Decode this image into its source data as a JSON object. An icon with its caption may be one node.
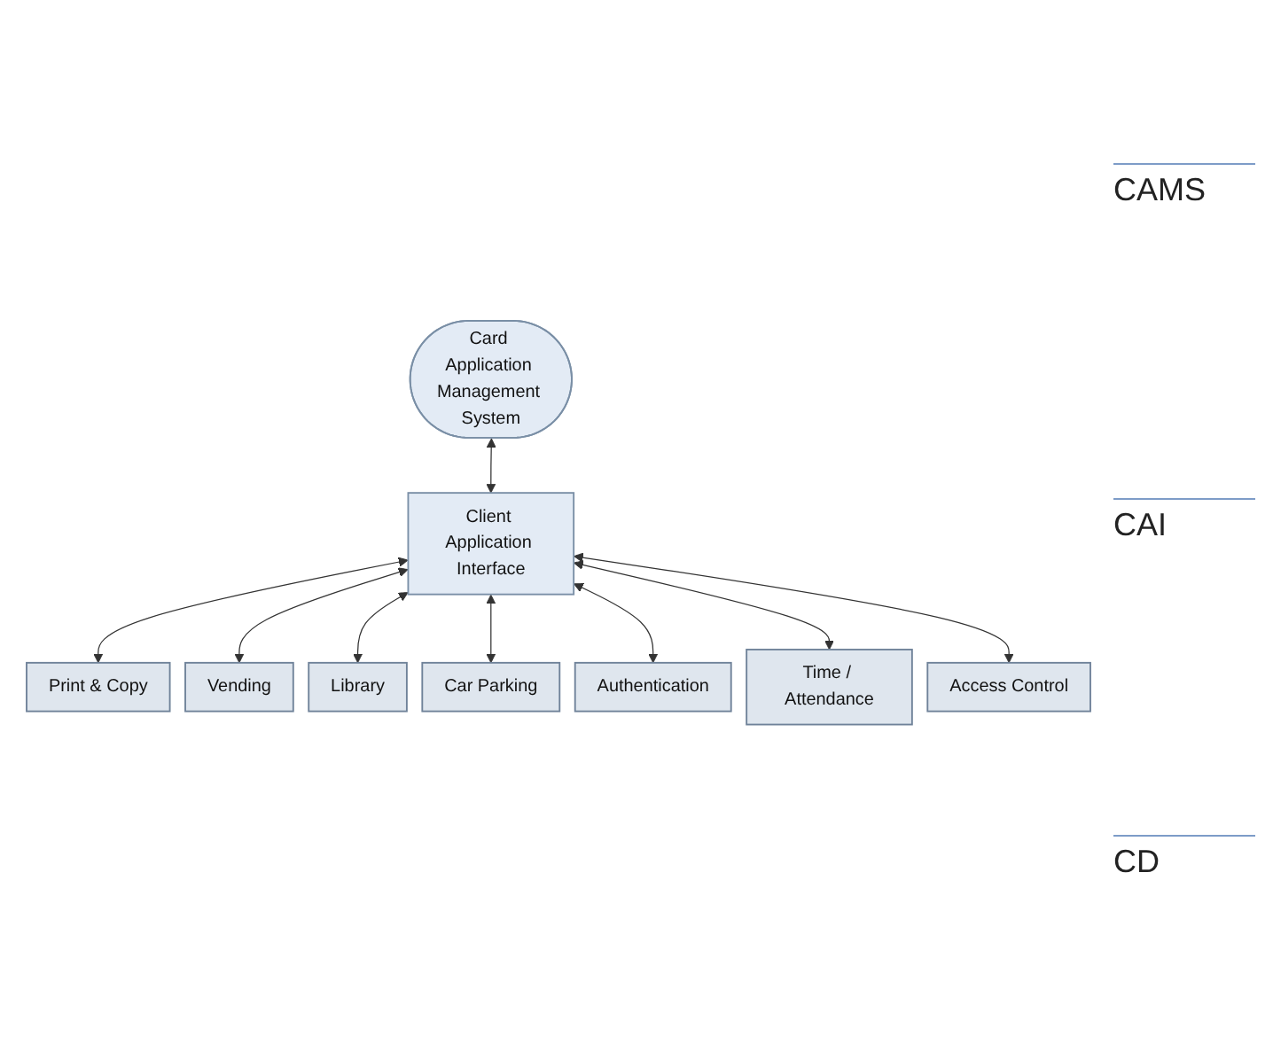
{
  "diagram": {
    "nodes": [
      {
        "text": [
          "Card Application Management System"
        ]
      },
      {
        "text": [
          "Client Application Interface"
        ]
      },
      {
        "text": [
          "Print & Copy"
        ]
      },
      {
        "text": [
          "Vending"
        ]
      },
      {
        "text": [
          "Library"
        ]
      },
      {
        "text": [
          "Car Parking"
        ]
      },
      {
        "text": [
          "Authentication"
        ]
      },
      {
        "text": [
          "Time / Attendance"
        ]
      },
      {
        "text": [
          "Access Control"
        ]
      }
    ],
    "edges": [
      {
        "from": 0,
        "to": 1,
        "arrow": "both"
      },
      {
        "from": 1,
        "to": 2,
        "arrow": "both"
      },
      {
        "from": 1,
        "to": 3,
        "arrow": "both"
      },
      {
        "from": 1,
        "to": 4,
        "arrow": "both"
      },
      {
        "from": 1,
        "to": 5,
        "arrow": "both"
      },
      {
        "from": 1,
        "to": 6,
        "arrow": "both"
      },
      {
        "from": 1,
        "to": 7,
        "arrow": "both"
      },
      {
        "from": 1,
        "to": 8,
        "arrow": "both"
      }
    ],
    "labels": [
      "CAMS",
      "CAI",
      "CD"
    ]
  }
}
